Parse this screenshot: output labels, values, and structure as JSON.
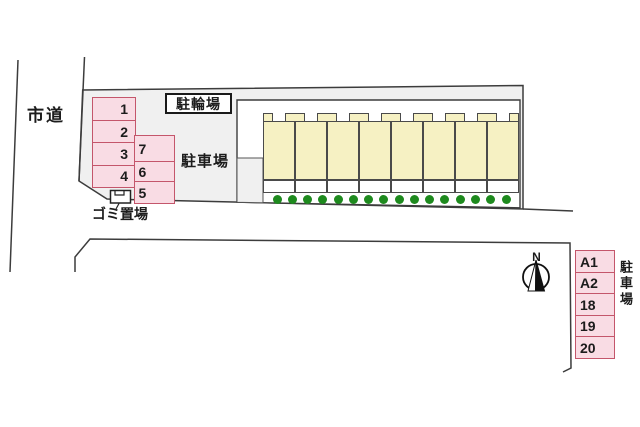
{
  "labels": {
    "road_left": "市道",
    "bicycle_parking": "駐輪場",
    "parking_main": "駐車場",
    "garbage_area": "ゴミ置場",
    "parking_right": "駐車場",
    "compass_north": "N"
  },
  "parking_left": {
    "spaces": [
      "1",
      "2",
      "3",
      "4"
    ]
  },
  "parking_mid": {
    "spaces": [
      "7",
      "6",
      "5"
    ]
  },
  "parking_right": {
    "spaces": [
      "A1",
      "A2",
      "18",
      "19",
      "20"
    ]
  },
  "building": {
    "unit_count": 8
  },
  "greenery": {
    "shrub_count": 16,
    "shrub_color": "#1e8a1e"
  },
  "colors": {
    "site_fill": "#f0f0f0",
    "building_fill": "#f6f1c3",
    "space_fill": "#f9dce4",
    "space_border": "#c4566b",
    "outline": "#3c3c3c"
  }
}
